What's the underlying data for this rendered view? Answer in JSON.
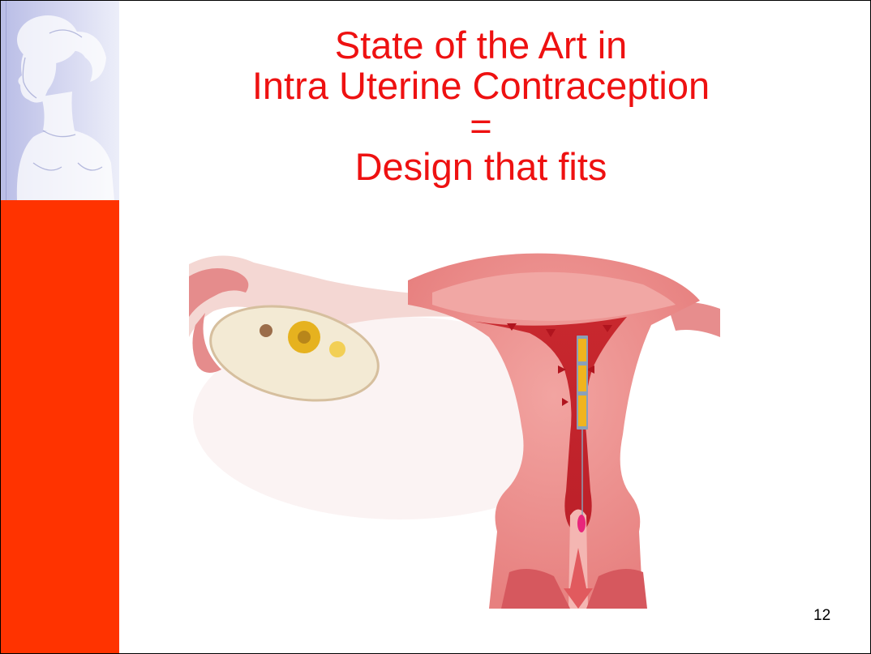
{
  "slide": {
    "title_lines": [
      "State of the Art in",
      "Intra Uterine Contraception",
      "=",
      "Design that fits"
    ],
    "page_number": "12"
  },
  "figure": {
    "icon": "uterus-with-iud-illustration"
  },
  "decor": {
    "logo": "woman-bust-icon"
  },
  "colors": {
    "title": "#ee1111",
    "side_band": "#ff3300",
    "side_top": "#c8cbee",
    "iud": "#f0b41e"
  }
}
